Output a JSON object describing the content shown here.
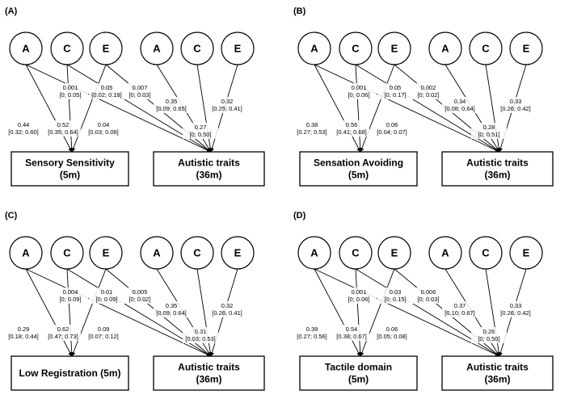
{
  "panels": [
    {
      "tag": "(A)",
      "left_nodes": [
        "A",
        "C",
        "E"
      ],
      "right_nodes": [
        "A",
        "C",
        "E"
      ],
      "left_box": [
        "Sensory Sensitivity",
        "(5m)"
      ],
      "right_box": [
        "Autistic traits",
        "(36m)"
      ],
      "coefficients": {
        "la_left": [
          "0.44",
          "[0.32; 0.60]"
        ],
        "lc_left": [
          "0.52",
          "[0.35; 0.64]"
        ],
        "le_left": [
          "0.04",
          "[0.03; 0.06]"
        ],
        "la_right": [
          "0.001",
          "[0; 0.05]"
        ],
        "lc_right": [
          "0.05",
          "[0.02; 0.19]"
        ],
        "le_right": [
          "0.007",
          "[0; 0.03]"
        ],
        "ra": [
          "0.35",
          "[0.09; 0.65]"
        ],
        "rc": [
          "0.27",
          "[0; 0.50]"
        ],
        "re": [
          "0.32",
          "[0.25; 0.41]"
        ]
      }
    },
    {
      "tag": "(B)",
      "left_nodes": [
        "A",
        "C",
        "E"
      ],
      "right_nodes": [
        "A",
        "C",
        "E"
      ],
      "left_box": [
        "Sensation Avoiding",
        "(5m)"
      ],
      "right_box": [
        "Autistic traits",
        "(36m)"
      ],
      "coefficients": {
        "la_left": [
          "0.38",
          "[0.27; 0.53]"
        ],
        "lc_left": [
          "0.56",
          "[0.41; 0.68]"
        ],
        "le_left": [
          "0.06",
          "[0.04; 0.07]"
        ],
        "la_right": [
          "0.001",
          "[0; 0.06]"
        ],
        "lc_right": [
          "0.05",
          "[0; 0.17]"
        ],
        "le_right": [
          "0.002",
          "[0; 0.02]"
        ],
        "ra": [
          "0.34",
          "[0.08; 0.64]"
        ],
        "rc": [
          "0.28",
          "[0; 0.51]"
        ],
        "re": [
          "0.33",
          "[0.26; 0.42]"
        ]
      }
    },
    {
      "tag": "(C)",
      "left_nodes": [
        "A",
        "C",
        "E"
      ],
      "right_nodes": [
        "A",
        "C",
        "E"
      ],
      "left_box": [
        "Low Registration (5m)"
      ],
      "right_box": [
        "Autistic traits",
        "(36m)"
      ],
      "coefficients": {
        "la_left": [
          "0.29",
          "[0.18; 0.44]"
        ],
        "lc_left": [
          "0.62",
          "[0.47; 0.73]"
        ],
        "le_left": [
          "0.09",
          "[0.07; 0.12]"
        ],
        "la_right": [
          "0.004",
          "[0; 0.09]"
        ],
        "lc_right": [
          "0.01",
          "[0; 0.09]"
        ],
        "le_right": [
          "0.005",
          "[0; 0.02]"
        ],
        "ra": [
          "0.35",
          "[0.09; 0.64]"
        ],
        "rc": [
          "0.31",
          "[0.03; 0.53]"
        ],
        "re": [
          "0.32",
          "[0.26; 0.41]"
        ]
      }
    },
    {
      "tag": "(D)",
      "left_nodes": [
        "A",
        "C",
        "E"
      ],
      "right_nodes": [
        "A",
        "C",
        "E"
      ],
      "left_box": [
        "Tactile domain",
        "(5m)"
      ],
      "right_box": [
        "Autistic traits",
        "(36m)"
      ],
      "coefficients": {
        "la_left": [
          "0.39",
          "[0.27; 0.56]"
        ],
        "lc_left": [
          "0.54",
          "[0.38; 0.67]"
        ],
        "le_left": [
          "0.06",
          "[0.05; 0.08]"
        ],
        "la_right": [
          "0.001",
          "[0; 0.06]"
        ],
        "lc_right": [
          "0.03",
          "[0; 0.15]"
        ],
        "le_right": [
          "0.006",
          "[0; 0.03]"
        ],
        "ra": [
          "0.37",
          "[0.10; 0.67]"
        ],
        "rc": [
          "0.26",
          "[0; 0.50]"
        ],
        "re": [
          "0.33",
          "[0.26; 0.42]"
        ]
      }
    }
  ]
}
